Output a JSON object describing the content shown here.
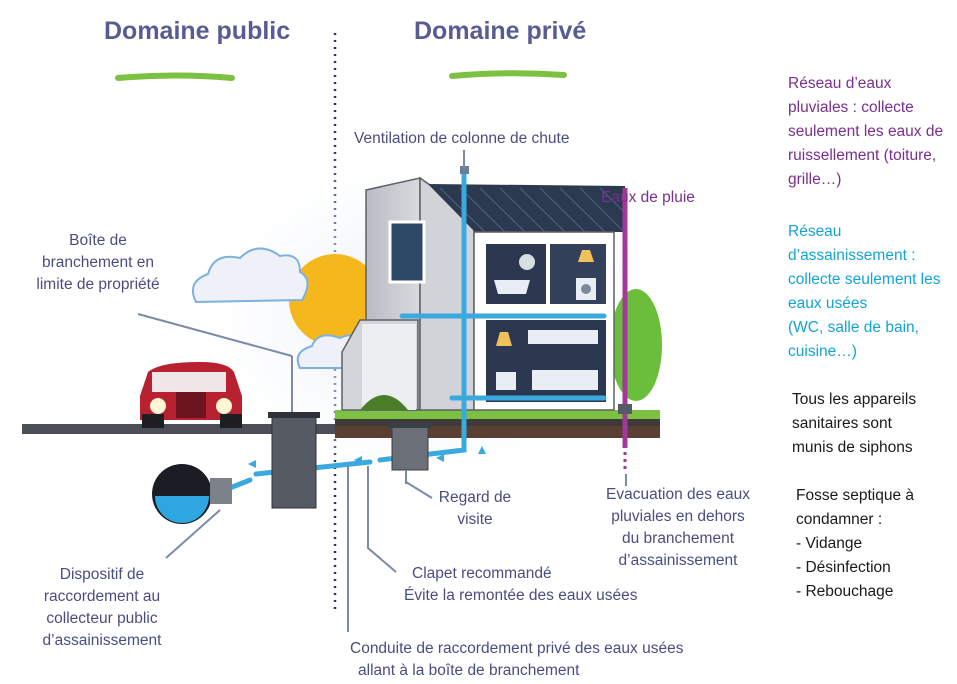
{
  "headings": {
    "public": "Domaine public",
    "prive": "Domaine privé"
  },
  "labels": {
    "ventilation": "Ventilation de colonne de chute",
    "eaux_pluie": "Eaux de pluie",
    "boite_1": "Boîte de",
    "boite_2": "branchement en",
    "boite_3": "limite de propriété",
    "regard_1": "Regard de",
    "regard_2": "visite",
    "evac_1": "Evacuation des eaux",
    "evac_2": "pluviales en dehors",
    "evac_3": "du branchement",
    "evac_4": "d’assainissement",
    "clapet_1": "Clapet recommandé",
    "clapet_2": "Évite la remontée des eaux usées",
    "disp_1": "Dispositif de",
    "disp_2": "raccordement au",
    "disp_3": "collecteur public",
    "disp_4": "d’assainissement",
    "conduite_1": "Conduite de raccordement privé des eaux usées",
    "conduite_2": "allant à la boîte de branchement"
  },
  "side_notes": {
    "pluvial": [
      "Réseau d’eaux",
      "pluviales : collecte",
      "seulement les eaux de",
      "ruissellement (toiture,",
      "grille…)"
    ],
    "assainissement": [
      "Réseau",
      "d’assainissement :",
      "collecte seulement les",
      "eaux usées",
      "(WC, salle de bain,",
      "cuisine…)"
    ],
    "siphons": [
      "Tous les appareils",
      "sanitaires sont",
      "munis de siphons"
    ],
    "fosse": [
      "Fosse septique à",
      "condamner :",
      "- Vidange",
      "- Désinfection",
      "- Rebouchage"
    ]
  },
  "colors": {
    "heading": "#585c91",
    "label": "#4a4d80",
    "underline_green": "#7cc142",
    "pluvial_purple": "#7a2f8f",
    "assainissement_cyan": "#12a3d8",
    "pipe_blue": "#3aa9e0",
    "rain_pipe": "#a3389a"
  }
}
